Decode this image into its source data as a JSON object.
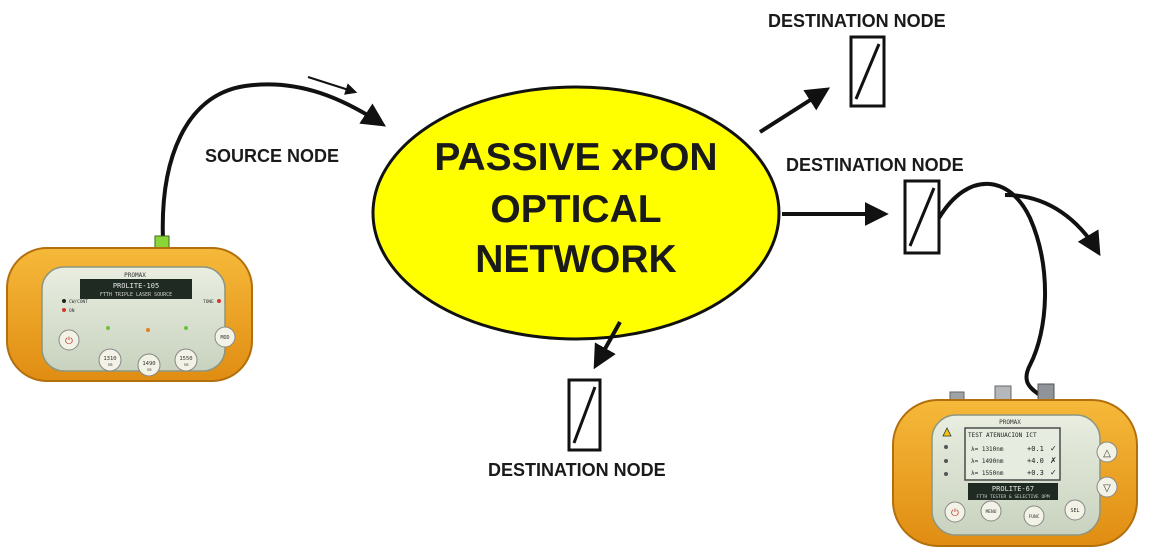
{
  "network": {
    "line1": "PASSIVE xPON",
    "line2": "OPTICAL",
    "line3": "NETWORK",
    "fill_color": "#ffff00"
  },
  "labels": {
    "source": "SOURCE NODE",
    "dest_top": "DESTINATION NODE",
    "dest_mid": "DESTINATION NODE",
    "dest_bottom": "DESTINATION NODE"
  },
  "source_device": {
    "brand": "PROMAX",
    "model": "PROLITE-105",
    "subtitle": "FTTH TRIPLE LASER SOURCE",
    "led_left_1": "CW/CONT",
    "led_left_2": "ON",
    "led_right": "TONE",
    "btn_1": "1310",
    "btn_2": "1490",
    "btn_3": "1550",
    "btn_sub": "nm",
    "btn_mode": "MOD",
    "body_color": "#f2a81e"
  },
  "tester_device": {
    "brand": "PROMAX",
    "screen_title": "TEST ATENUACION ICT",
    "rows": [
      {
        "wl": "λ= 1310nm",
        "val": "+0.1"
      },
      {
        "wl": "λ= 1490nm",
        "val": "+4.0"
      },
      {
        "wl": "λ= 1550nm",
        "val": "+0.3"
      }
    ],
    "model": "PROLITE-67",
    "subtitle": "FTTH TESTER & SELECTIVE OPM",
    "btn_menu": "MENU",
    "btn_mid": "FUNC",
    "btn_sel": "SEL",
    "body_color": "#f2a81e"
  }
}
